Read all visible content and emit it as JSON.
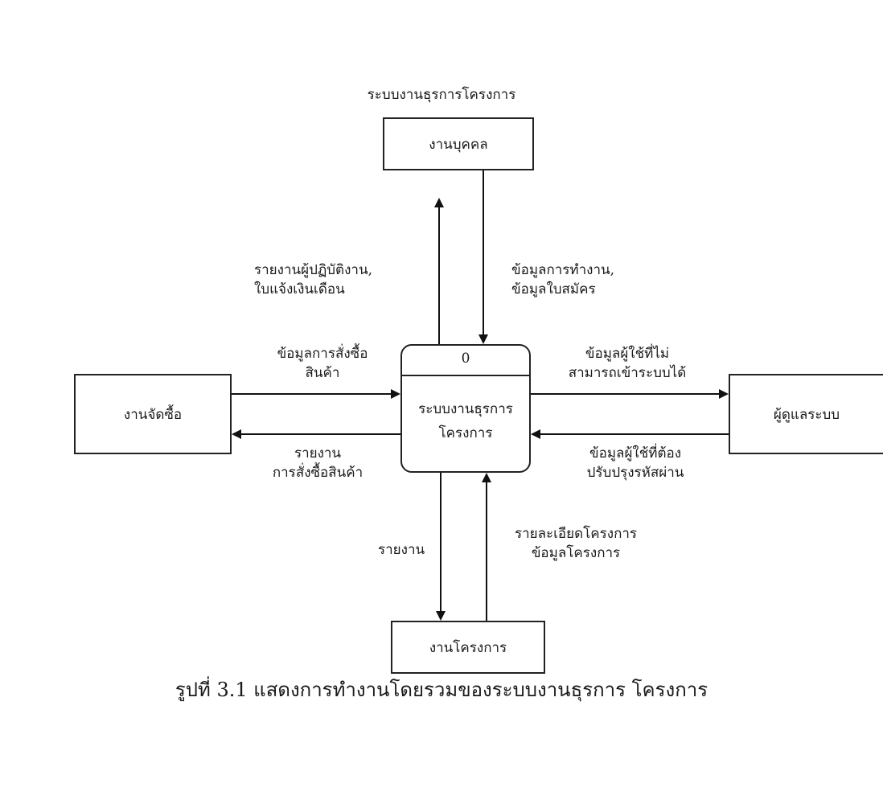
{
  "diagram": {
    "title": "ระบบงานธุรการโครงการ",
    "process": {
      "id": "0",
      "name": "ระบบงานธุรการ\nโครงการ"
    },
    "entities": {
      "personnel": "งานบุคคล",
      "purchasing": "งานจัดซื้อ",
      "admin": "ผู้ดูแลระบบ",
      "projects": "งานโครงการ"
    },
    "flows": {
      "to_personnel": [
        "รายงานผู้ปฏิบัติงาน,",
        "ใบแจ้งเงินเดือน"
      ],
      "from_personnel": [
        "ข้อมูลการทำงาน,",
        "ข้อมูลใบสมัคร"
      ],
      "from_purchasing": [
        "ข้อมูลการสั่งซื้อ",
        "สินค้า"
      ],
      "to_purchasing": [
        "รายงาน",
        "การสั่งซื้อสินค้า"
      ],
      "to_admin": [
        "ข้อมูลผู้ใช้ที่ไม่",
        "สามารถเข้าระบบได้"
      ],
      "from_admin": [
        "ข้อมูลผู้ใช้ที่ต้อง",
        "ปรับปรุงรหัสผ่าน"
      ],
      "to_projects": [
        "รายงาน"
      ],
      "from_projects": [
        "รายละเอียดโครงการ",
        "ข้อมูลโครงการ"
      ]
    },
    "caption": "รูปที่ 3.1 แสดงการทำงานโดยรวมของระบบงานธุรการ โครงการ"
  }
}
